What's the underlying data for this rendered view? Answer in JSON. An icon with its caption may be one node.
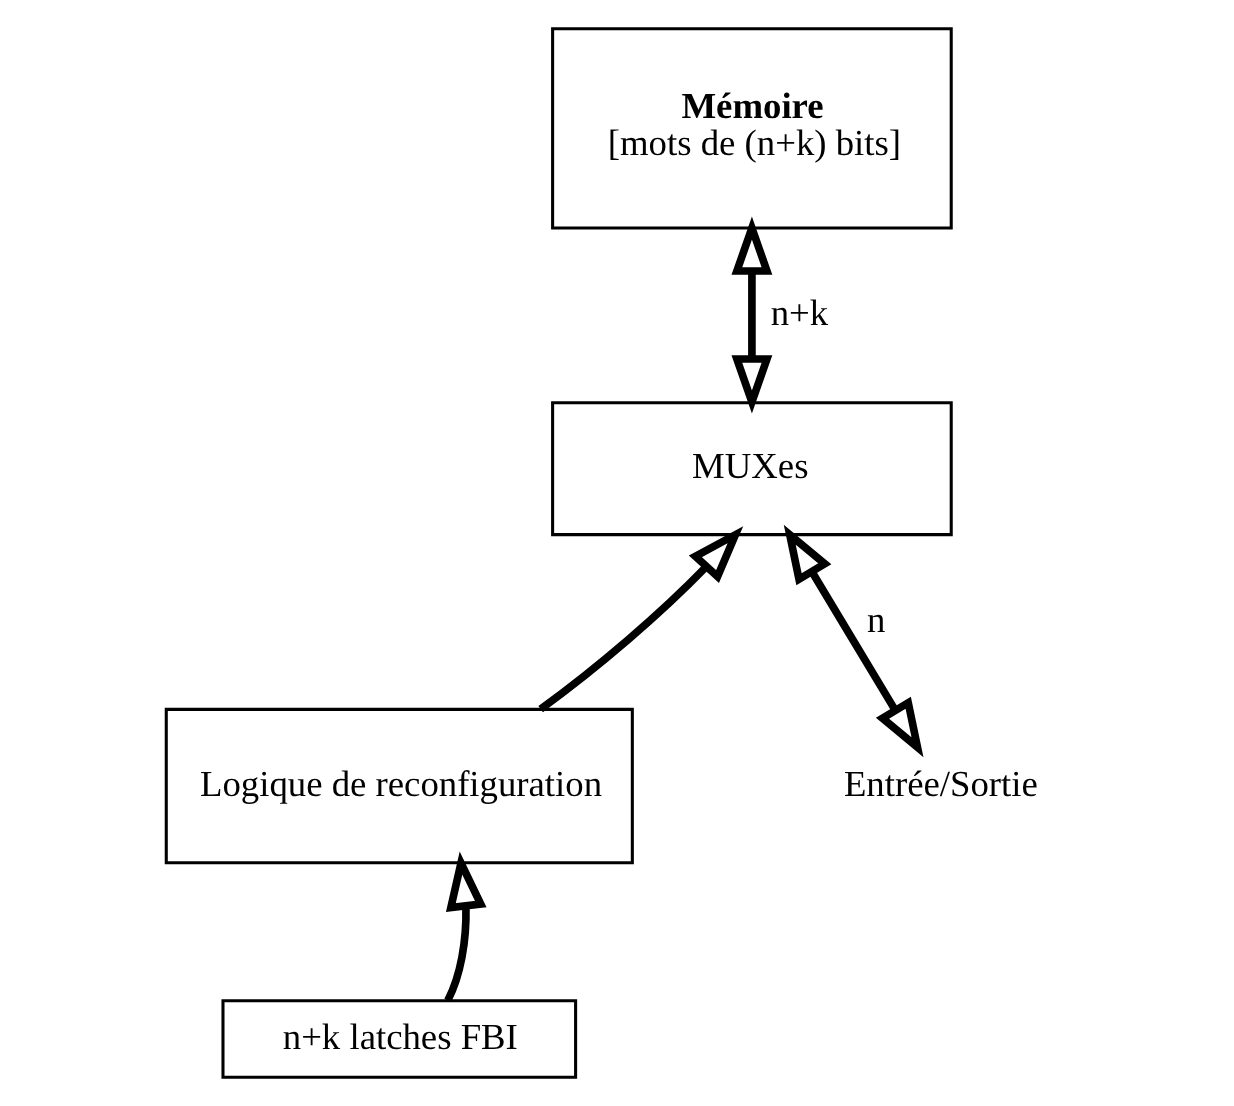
{
  "diagram": {
    "nodes": [
      {
        "text": [
          "Mémoire",
          "[mots de (n+k) bits]"
        ]
      },
      {
        "text": [
          "MUXes"
        ]
      },
      {
        "text": [
          "Logique de reconfiguration"
        ]
      },
      {
        "text": [
          "n+k latches FBI"
        ]
      },
      {
        "text": [
          "Entrée/Sortie"
        ]
      }
    ],
    "edges": [
      {
        "from": 0,
        "to": 1,
        "arrow": "both",
        "label": "n+k"
      },
      {
        "from": 1,
        "to": 4,
        "arrow": "both",
        "label": "n"
      },
      {
        "from": 2,
        "to": 1,
        "arrow": "to"
      },
      {
        "from": 3,
        "to": 2,
        "arrow": "to"
      }
    ]
  }
}
